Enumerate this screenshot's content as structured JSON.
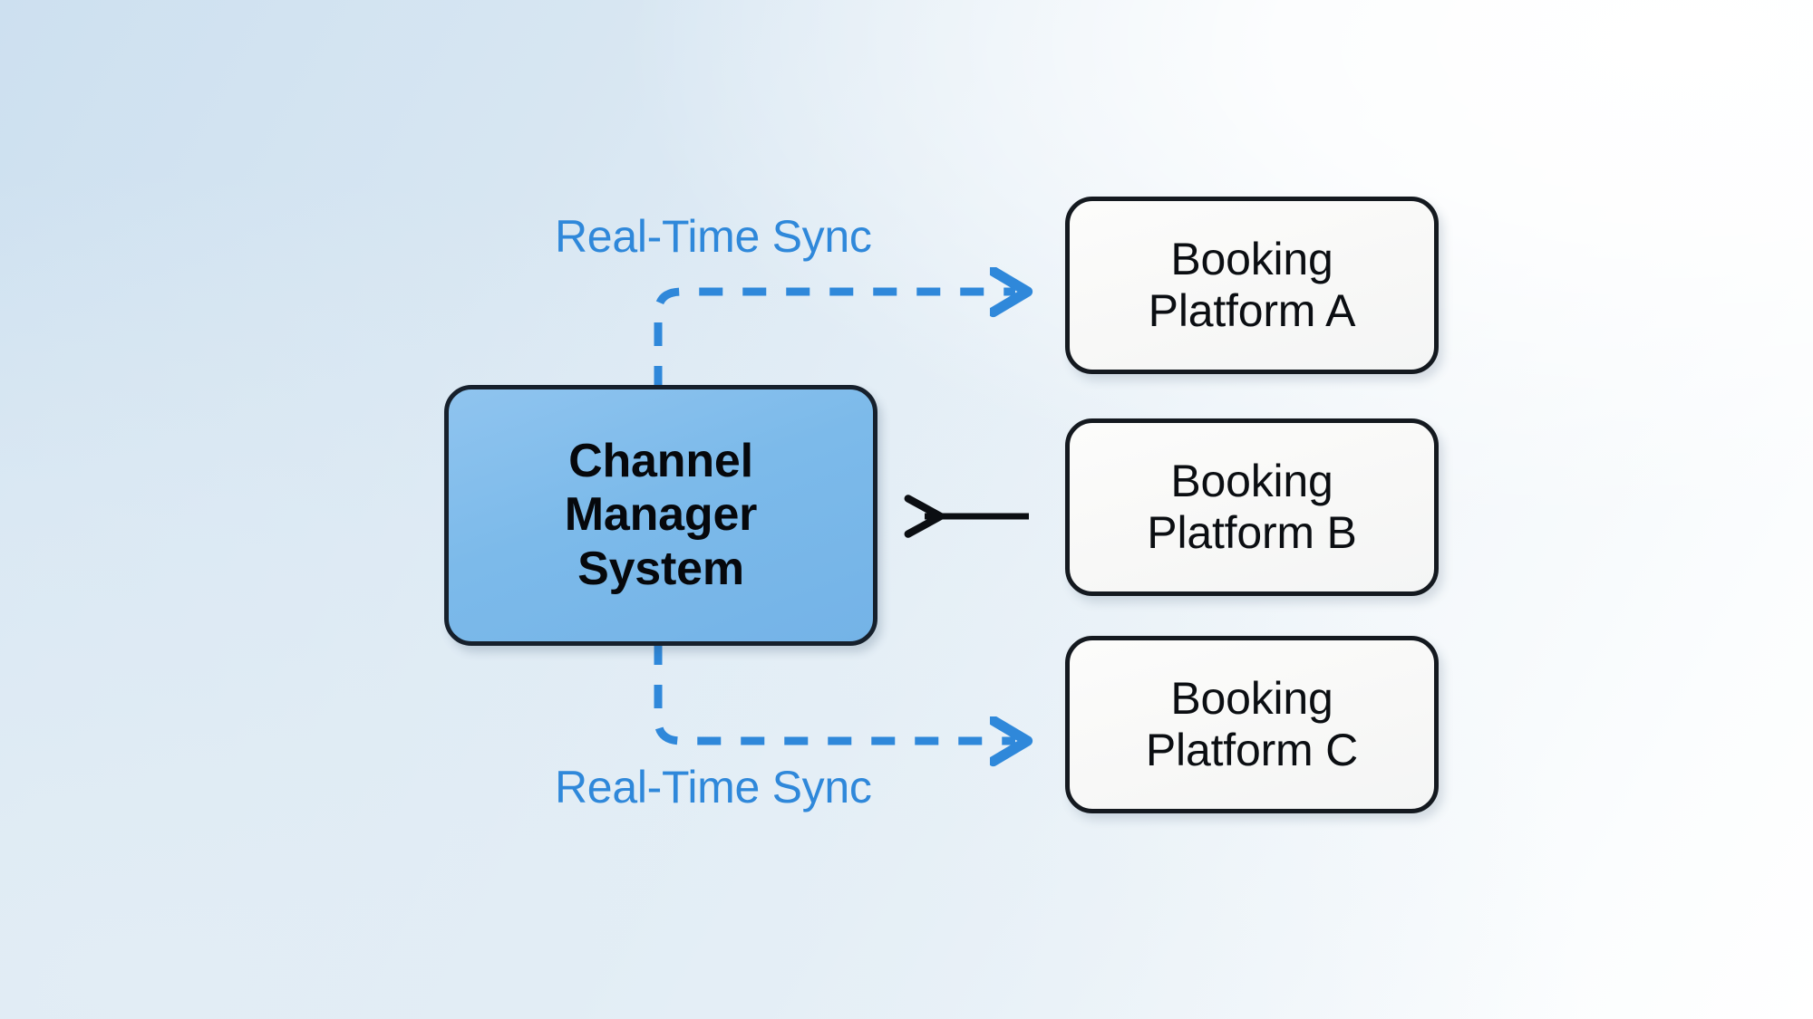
{
  "diagram": {
    "title": "Channel Manager System real-time sync with booking platforms",
    "background": {
      "from_color": "#cde0f0",
      "to_color": "#ffffff"
    },
    "nodes": [
      {
        "id": "channel-manager",
        "label": "Channel\nManager\nSystem",
        "role": "hub",
        "fill_color": "#7cbaea",
        "border_color": "#16202c",
        "text_color": "#06080c"
      },
      {
        "id": "booking-platform-a",
        "label": "Booking\nPlatform A",
        "role": "platform",
        "fill_color": "#f8f8f7",
        "border_color": "#14191f",
        "text_color": "#0b0e12"
      },
      {
        "id": "booking-platform-b",
        "label": "Booking\nPlatform B",
        "role": "platform",
        "fill_color": "#f8f8f7",
        "border_color": "#14191f",
        "text_color": "#0b0e12"
      },
      {
        "id": "booking-platform-c",
        "label": "Booking\nPlatform C",
        "role": "platform",
        "fill_color": "#f8f8f7",
        "border_color": "#14191f",
        "text_color": "#0b0e12"
      }
    ],
    "edges": [
      {
        "id": "edge-top",
        "from": "channel-manager",
        "to": "booking-platform-a",
        "label": "Real-Time Sync",
        "style": "dashed",
        "color": "#2f88da",
        "direction": "to-platform"
      },
      {
        "id": "edge-middle",
        "from": "booking-platform-b",
        "to": "channel-manager",
        "label": "",
        "style": "solid",
        "color": "#0b0e12",
        "direction": "to-hub"
      },
      {
        "id": "edge-bottom",
        "from": "channel-manager",
        "to": "booking-platform-c",
        "label": "Real-Time Sync",
        "style": "dashed",
        "color": "#2f88da",
        "direction": "to-platform"
      }
    ]
  }
}
